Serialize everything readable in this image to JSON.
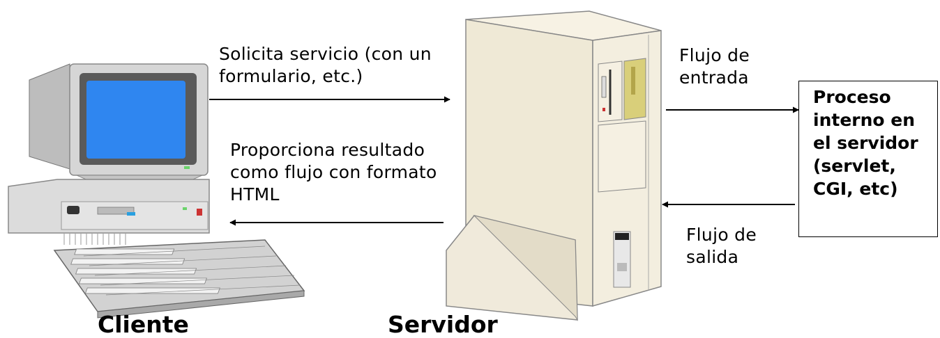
{
  "request_label_line1": "Solicita servicio (con un",
  "request_label_line2": "formulario, etc.)",
  "response_label_line1": "Proporciona resultado",
  "response_label_line2": "como flujo con formato",
  "response_label_line3": "HTML",
  "input_flow_line1": "Flujo de",
  "input_flow_line2": "entrada",
  "output_flow_line1": "Flujo de",
  "output_flow_line2": "salida",
  "process_box_lines": [
    "Proceso",
    "interno en",
    "el servidor",
    "(servlet,",
    "CGI, etc)"
  ],
  "client_label": "Cliente",
  "server_label": "Servidor",
  "colors": {
    "screen": "#2f86f0",
    "monitor_body": "#d6d6d6",
    "server_body": "#f1ebd9",
    "drive_panel": "#d9cf7a"
  },
  "icons": [
    "client-computer-icon",
    "server-tower-icon"
  ]
}
